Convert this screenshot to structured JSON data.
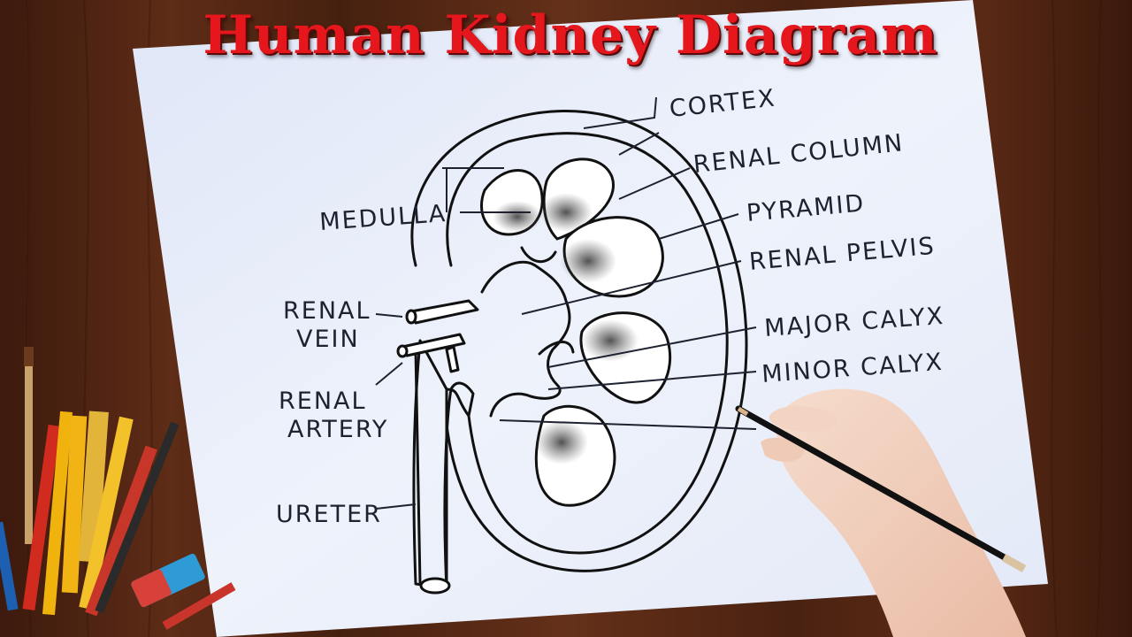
{
  "title": "Human Kidney Diagram",
  "labels": {
    "cortex": "CORTEX",
    "renal_column": "RENAL COLUMN",
    "medulla": "MEDULLA",
    "pyramid": "PYRAMID",
    "renal_pelvis": "RENAL PELVIS",
    "renal_vein": [
      "RENAL",
      "VEIN"
    ],
    "major_calyx": "MAJOR CALYX",
    "minor_calyx": "MINOR CALYX",
    "renal_artery": [
      "RENAL",
      "ARTERY"
    ],
    "ureter": "URETER"
  },
  "colors": {
    "title": "#e5161c",
    "paper": "#e9eefa",
    "ink": "#1e2230",
    "wood": "#5b2b17"
  },
  "icons": [
    "pencil-icon",
    "hand-icon",
    "eraser-icon",
    "paintbrush-icon"
  ]
}
